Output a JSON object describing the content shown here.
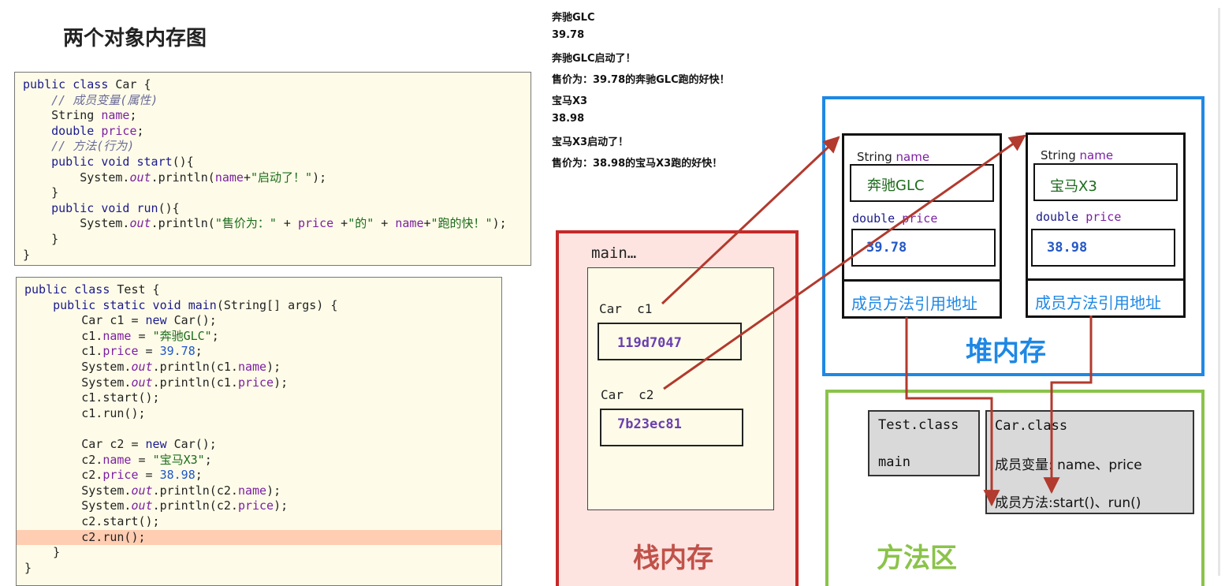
{
  "title": "两个对象内存图",
  "car_code": [
    [
      [
        "kw",
        "public class "
      ],
      [
        "",
        "Car {"
      ]
    ],
    [
      [
        "",
        "    "
      ],
      [
        "cmt",
        "// 成员变量(属性)"
      ]
    ],
    [
      [
        "",
        "    String "
      ],
      [
        "fld",
        "name"
      ],
      [
        "",
        ";"
      ]
    ],
    [
      [
        "",
        "    "
      ],
      [
        "kw",
        "double "
      ],
      [
        "fld",
        "price"
      ],
      [
        "",
        ";"
      ]
    ],
    [
      [
        "",
        "    "
      ],
      [
        "cmt",
        "// 方法(行为)"
      ]
    ],
    [
      [
        "",
        "    "
      ],
      [
        "kw",
        "public void "
      ],
      [
        "kw",
        "start"
      ],
      [
        "",
        "(){"
      ]
    ],
    [
      [
        "",
        "        System."
      ],
      [
        "ital",
        "out"
      ],
      [
        "",
        ".println("
      ],
      [
        "fld",
        "name"
      ],
      [
        "",
        "+"
      ],
      [
        "str",
        "\"启动了！\""
      ],
      [
        "",
        ");"
      ]
    ],
    [
      [
        "",
        "    }"
      ]
    ],
    [
      [
        "",
        "    "
      ],
      [
        "kw",
        "public void "
      ],
      [
        "kw",
        "run"
      ],
      [
        "",
        "(){"
      ]
    ],
    [
      [
        "",
        "        System."
      ],
      [
        "ital",
        "out"
      ],
      [
        "",
        ".println("
      ],
      [
        "str",
        "\"售价为：\""
      ],
      [
        "",
        " + "
      ],
      [
        "fld",
        "price"
      ],
      [
        "",
        " +"
      ],
      [
        "str",
        "\"的\""
      ],
      [
        "",
        " + "
      ],
      [
        "fld",
        "name"
      ],
      [
        "",
        "+"
      ],
      [
        "str",
        "\"跑的快！\""
      ],
      [
        "",
        ");"
      ]
    ],
    [
      [
        "",
        "    }"
      ]
    ],
    [
      [
        "",
        "}"
      ]
    ]
  ],
  "test_code": [
    [
      [
        "kw",
        "public class "
      ],
      [
        "",
        "Test {"
      ]
    ],
    [
      [
        "",
        "    "
      ],
      [
        "kw",
        "public static void "
      ],
      [
        "kw",
        "main"
      ],
      [
        "",
        "(String[] args) {"
      ]
    ],
    [
      [
        "",
        "        Car c1 = "
      ],
      [
        "kw",
        "new "
      ],
      [
        "",
        "Car();"
      ]
    ],
    [
      [
        "",
        "        c1."
      ],
      [
        "fld",
        "name"
      ],
      [
        "",
        " = "
      ],
      [
        "str",
        "\"奔驰GLC\""
      ],
      [
        "",
        ";"
      ]
    ],
    [
      [
        "",
        "        c1."
      ],
      [
        "fld",
        "price"
      ],
      [
        "",
        " = "
      ],
      [
        "num",
        "39.78"
      ],
      [
        "",
        ";"
      ]
    ],
    [
      [
        "",
        "        System."
      ],
      [
        "ital",
        "out"
      ],
      [
        "",
        ".println(c1."
      ],
      [
        "fld",
        "name"
      ],
      [
        "",
        ");"
      ]
    ],
    [
      [
        "",
        "        System."
      ],
      [
        "ital",
        "out"
      ],
      [
        "",
        ".println(c1."
      ],
      [
        "fld",
        "price"
      ],
      [
        "",
        ");"
      ]
    ],
    [
      [
        "",
        "        c1.start();"
      ]
    ],
    [
      [
        "",
        "        c1.run();"
      ]
    ],
    [
      [
        "",
        ""
      ]
    ],
    [
      [
        "",
        "        Car c2 = "
      ],
      [
        "kw",
        "new "
      ],
      [
        "",
        "Car();"
      ]
    ],
    [
      [
        "",
        "        c2."
      ],
      [
        "fld",
        "name"
      ],
      [
        "",
        " = "
      ],
      [
        "str",
        "\"宝马X3\""
      ],
      [
        "",
        ";"
      ]
    ],
    [
      [
        "",
        "        c2."
      ],
      [
        "fld",
        "price"
      ],
      [
        "",
        " = "
      ],
      [
        "num",
        "38.98"
      ],
      [
        "",
        ";"
      ]
    ],
    [
      [
        "",
        "        System."
      ],
      [
        "ital",
        "out"
      ],
      [
        "",
        ".println(c2."
      ],
      [
        "fld",
        "name"
      ],
      [
        "",
        ");"
      ]
    ],
    [
      [
        "",
        "        System."
      ],
      [
        "ital",
        "out"
      ],
      [
        "",
        ".println(c2."
      ],
      [
        "fld",
        "price"
      ],
      [
        "",
        ");"
      ]
    ],
    [
      [
        "",
        "        c2.start();"
      ]
    ],
    [
      [
        "",
        "        c2.run();"
      ]
    ],
    [
      [
        "",
        "    }"
      ]
    ],
    [
      [
        "",
        "}"
      ]
    ]
  ],
  "highlight_line": 16,
  "console": [
    "奔驰GLC",
    "39.78",
    "奔驰GLC启动了！",
    "售价为：39.78的奔驰GLC跑的好快！",
    "宝马X3",
    "38.98",
    "宝马X3启动了！",
    "售价为：38.98的宝马X3跑的好快！"
  ],
  "stack": {
    "label": "栈内存",
    "frame": "main…",
    "c1_label": "Car  c1",
    "c1_value": "119d7047",
    "c2_label": "Car  c2",
    "c2_value": "7b23ec81"
  },
  "heap": {
    "label": "堆内存",
    "obj1": {
      "name_type": "String",
      "name_field": "name",
      "name_value": "奔驰GLC",
      "price_type": "double",
      "price_field": "price",
      "price_value": "39.78",
      "method_ref": "成员方法引用地址"
    },
    "obj2": {
      "name_type": "String",
      "name_field": "name",
      "name_value": "宝马X3",
      "price_type": "double",
      "price_field": "price",
      "price_value": "38.98",
      "method_ref": "成员方法引用地址"
    }
  },
  "method_area": {
    "label": "方法区",
    "test_class": "Test.class",
    "test_main": "main",
    "car_class": "Car.class",
    "car_vars": "成员变量: name、price",
    "car_methods": "成员方法:start()、run()"
  },
  "colors": {
    "stack_border": "#c62828",
    "stack_fill": "#fde4e0",
    "stack_label": "#c0524a",
    "heap_border": "#1e88e5",
    "heap_label": "#1e88e5",
    "method_border": "#8bc34a",
    "method_label": "#8bc34a",
    "arrow": "#b23a2e",
    "address": "#6a3fb0",
    "heap_value": "#2458c6"
  }
}
